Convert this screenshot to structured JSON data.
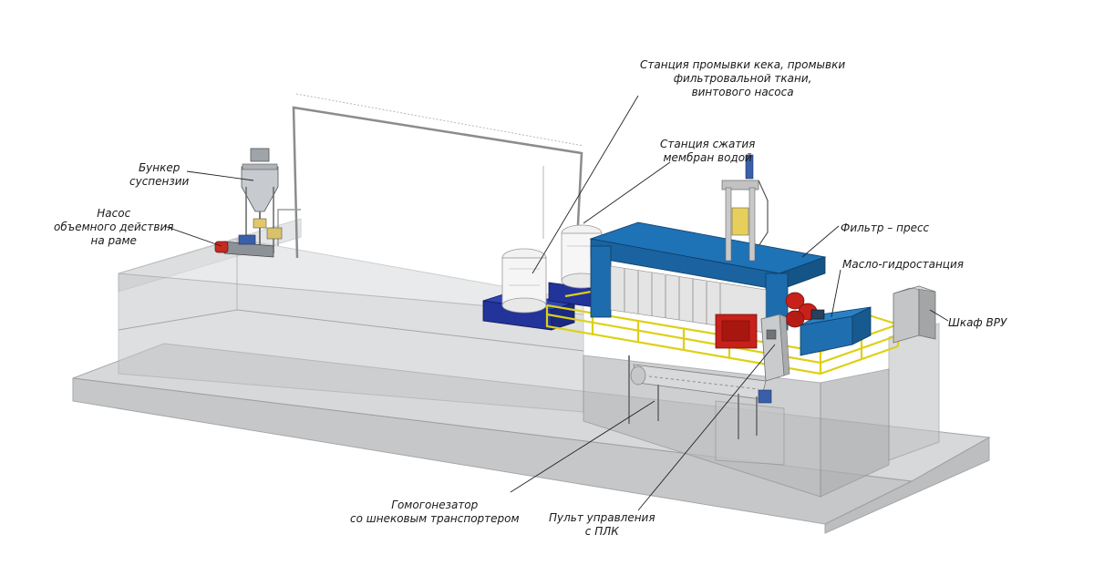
{
  "labels": {
    "bunker": [
      "Бункер",
      "суспензии"
    ],
    "pump": [
      "Насос",
      "объемного действия",
      "на раме"
    ],
    "wash_station": [
      "Станция промывки кека, промывки",
      "фильтровальной ткани,",
      "винтового насоса"
    ],
    "membrane_station": [
      "Станция сжатия",
      "мембран водой"
    ],
    "filter_press": [
      "Фильтр – пресс"
    ],
    "hydraulic_station": [
      "Масло-гидростанция"
    ],
    "vru_cabinet": [
      "Шкаф ВРУ"
    ],
    "homogenizer": [
      "Гомогонезатор",
      "со шнековым транспортером"
    ],
    "control_panel": [
      "Пульт управления",
      "с ПЛК"
    ]
  },
  "colors": {
    "concrete": "#c9cbcd",
    "equipment_blue": "#1f6fb0",
    "frame_blue": "#2a6db8",
    "base_navy": "#1c2f8c",
    "railing_yellow": "#e0d21a",
    "accent_red": "#c8201a",
    "leader_line": "#222222"
  }
}
